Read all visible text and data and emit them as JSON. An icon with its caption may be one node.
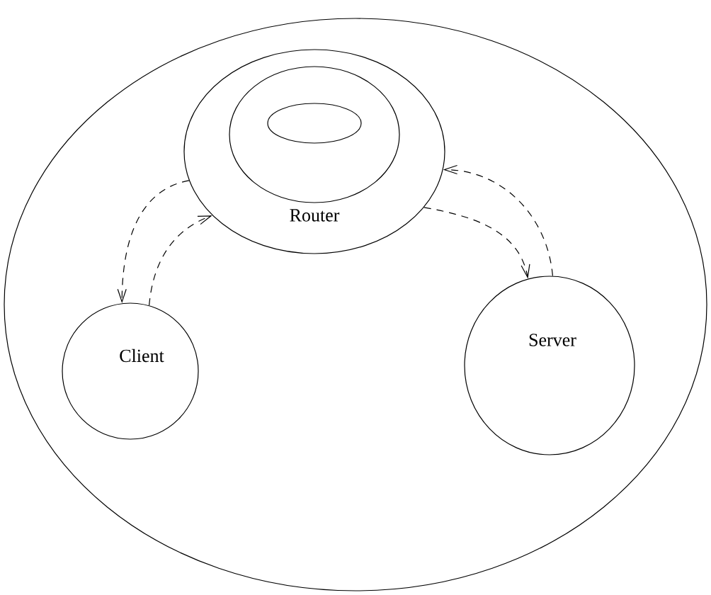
{
  "diagram": {
    "nodes": [
      {
        "text": [],
        "shape": "ellipse"
      },
      {
        "text": [
          "Router"
        ],
        "in": 0
      },
      {
        "text": [],
        "shape": "ellipse",
        "in": 1
      },
      {
        "text": [],
        "shape": "ellipse",
        "in": 2
      },
      {
        "text": [
          "Client"
        ],
        "in": 0
      },
      {
        "text": [
          "Server"
        ],
        "in": 0
      }
    ],
    "edges": [
      {
        "from": 1,
        "to": 4,
        "arrow": "to",
        "style": "dashed"
      },
      {
        "from": 4,
        "to": 1,
        "arrow": "to",
        "style": "dashed"
      },
      {
        "from": 1,
        "to": 5,
        "arrow": "to",
        "style": "dashed"
      },
      {
        "from": 5,
        "to": 1,
        "arrow": "to",
        "style": "dashed"
      }
    ]
  }
}
